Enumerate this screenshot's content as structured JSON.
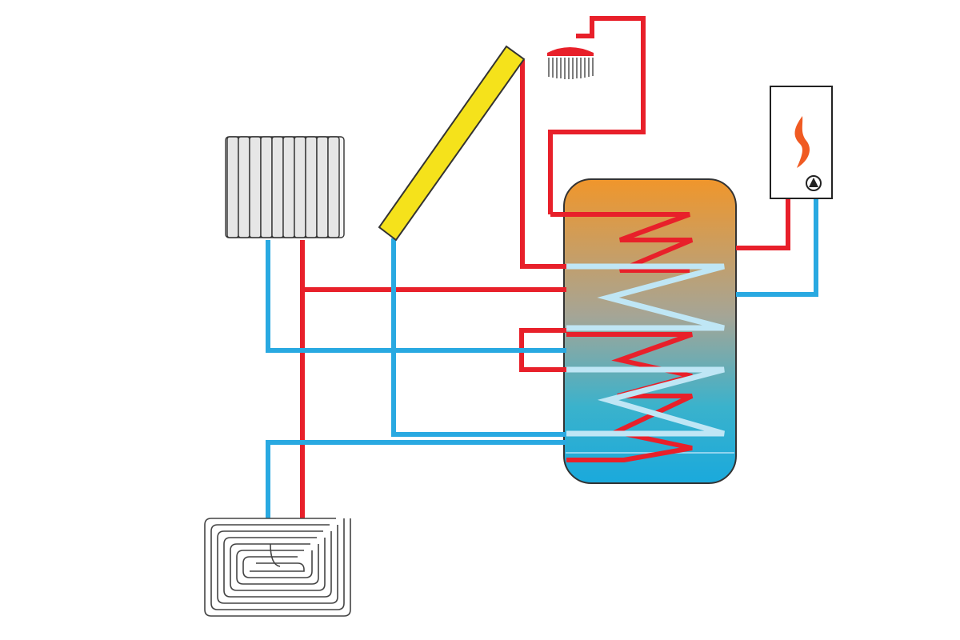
{
  "diagram": {
    "components": [
      {
        "id": "radiator",
        "icon": "radiator-icon"
      },
      {
        "id": "solar-collector",
        "icon": "solar-panel-icon"
      },
      {
        "id": "shower",
        "icon": "shower-head-icon"
      },
      {
        "id": "boiler",
        "icon": "boiler-icon"
      },
      {
        "id": "flame",
        "icon": "flame-icon"
      },
      {
        "id": "circulation-pump",
        "icon": "pump-icon"
      },
      {
        "id": "storage-tank",
        "icon": "storage-tank-icon"
      },
      {
        "id": "underfloor-heating",
        "icon": "underfloor-heating-icon"
      }
    ],
    "colors": {
      "hot_pipe": "#e8202a",
      "cold_pipe": "#29a9e1",
      "coil_light": "#bfe6f5",
      "tank_top": "#f0962b",
      "tank_bottom": "#1aa9dc",
      "collector": "#f5e21b",
      "outline": "#333333"
    }
  }
}
